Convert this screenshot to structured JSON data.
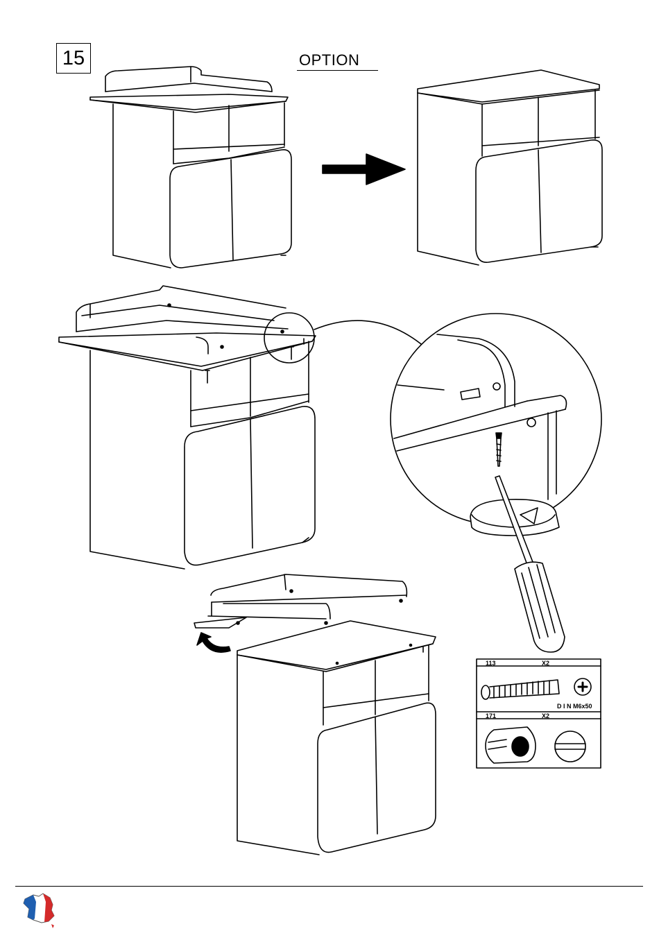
{
  "step": {
    "number": "15"
  },
  "title": {
    "label": "OPTION"
  },
  "parts": [
    {
      "ref": "113",
      "qty": "X2",
      "spec": "D I N M6x50"
    },
    {
      "ref": "171",
      "qty": "X2"
    }
  ],
  "icons": {
    "arrow": "right-arrow-icon",
    "rotate": "curved-arrow-icon",
    "screwdriver": "screwdriver-icon",
    "flag": "france-map-flag-icon"
  },
  "colors": {
    "line": "#000000",
    "flag_blue": "#1f5fb0",
    "flag_red": "#d42a2a"
  }
}
